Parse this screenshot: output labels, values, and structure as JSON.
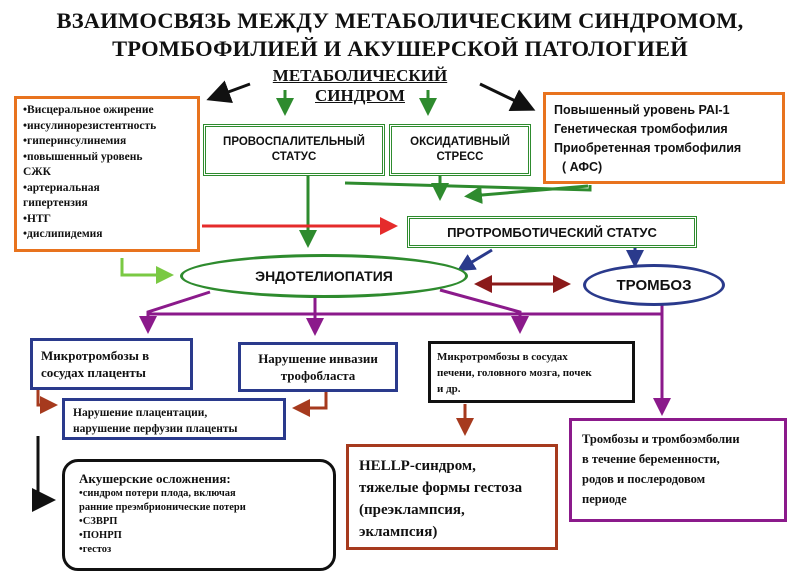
{
  "title": {
    "line1": "ВЗАИМОСВЯЗЬ МЕЖДУ МЕТАБОЛИЧЕСКИМ СИНДРОМОМ,",
    "line2": "ТРОМБОФИЛИЕЙ И АКУШЕРСКОЙ ПАТОЛОГИЕЙ"
  },
  "metabolic": {
    "line1": "МЕТАБОЛИЧЕСКИЙ",
    "line2": "СИНДРОМ"
  },
  "left_list": [
    "Висцеральное ожирение",
    "инсулинорезистентность",
    "гиперинсулинемия",
    "повышенный уровень\nСЖК",
    "артериальная\nгипертензия",
    "НТГ",
    "дислипидемия"
  ],
  "right_box": {
    "line1": "Повышенный уровень PAI-1",
    "line2": "Генетическая тромбофилия",
    "line3": "Приобретенная тромбофилия",
    "line4": "( АФС)"
  },
  "proinflam": {
    "line1": "ПРОВОСПАЛИТЕЛЬНЫЙ",
    "line2": "СТАТУС"
  },
  "oxidative": {
    "line1": "ОКСИДАТИВНЫЙ",
    "line2": "СТРЕСС"
  },
  "prothrombotic": "ПРОТРОМБОТИЧЕСКИЙ СТАТУС",
  "endotheliopathy": "ЭНДОТЕЛИОПАТИЯ",
  "thrombosis": "ТРОМБОЗ",
  "placenta_micro": {
    "line1": "Микротромбозы в",
    "line2": "сосудах плаценты"
  },
  "trophoblast": {
    "line1": "Нарушение инвазии",
    "line2": "трофобласта"
  },
  "organ_micro": {
    "line1": "Микротромбозы в сосудах",
    "line2": "печени, головного мозга, почек",
    "line3": "и др."
  },
  "placentation": {
    "line1": "Нарушение плацентации,",
    "line2": "нарушение перфузии плаценты"
  },
  "obstetric": {
    "heading": "Акушерские осложнения:",
    "items": [
      "синдром потери плода, включая\nранние преэмбрионические потери",
      "СЗВРП",
      "ПОНРП",
      "гестоз"
    ]
  },
  "hellp": {
    "line1": "HELLP-синдром,",
    "line2": "тяжелые формы гестоза",
    "line3": "(преэклампсия,",
    "line4": "эклампсия)"
  },
  "thromboembolism": {
    "line1": "Тромбозы и тромбоэмболии",
    "line2": "в течение беременности,",
    "line3": "родов и послеродовом",
    "line4": "периоде"
  },
  "colors": {
    "orange": "#e8731e",
    "green": "#2e8b2e",
    "lightgreen": "#7ac943",
    "red": "#e52b2b",
    "blue": "#2a3a8c",
    "darkred": "#8b1a1a",
    "purple": "#8b1a8b",
    "brown": "#a63a1e"
  }
}
